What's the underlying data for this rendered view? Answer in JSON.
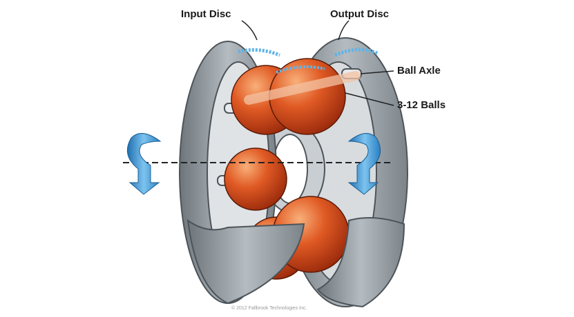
{
  "labels": {
    "input_disc": "Input Disc",
    "output_disc": "Output Disc",
    "ball_axle": "Ball Axle",
    "balls": "3-12 Balls"
  },
  "copyright": "© 2012 Fallbrook Technologies Inc.",
  "colors": {
    "disc": "#8e969c",
    "disc_dark": "#5f676d",
    "ball": "#d9471c",
    "ball_highlight": "#f59a62",
    "arrow": "#3a8fd0"
  }
}
